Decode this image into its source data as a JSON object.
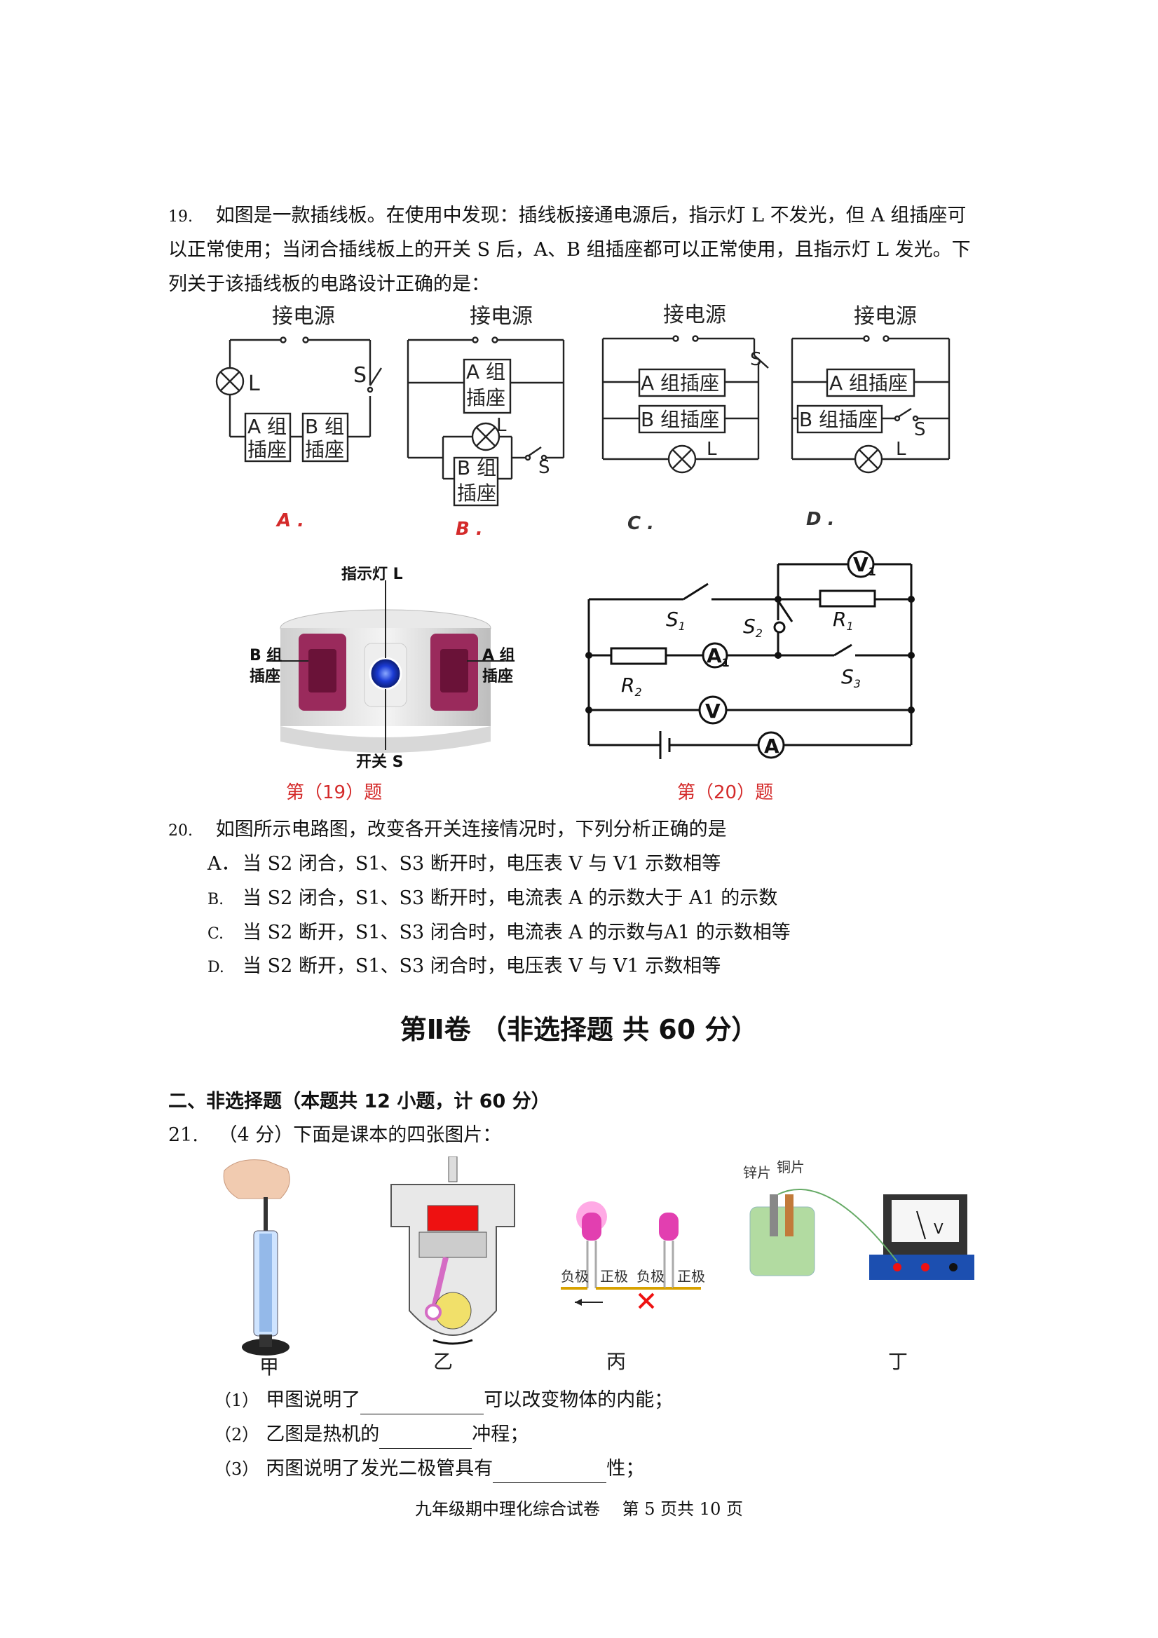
{
  "q19": {
    "number": "19.",
    "line1": "如图是一款插线板。在使用中发现：插线板接通电源后，指示灯 L 不发光，但 A 组插座可",
    "line2": "以正常使用；当闭合插线板上的开关 S 后，A、B 组插座都可以正常使用，且指示灯 L 发光。下",
    "line3": "列关于该插线板的电路设计正确的是：",
    "diagram_labels": {
      "power": "接电源",
      "lamp": "L",
      "switch": "S",
      "a_group": "A 组",
      "b_group": "B 组",
      "socket": "插座",
      "a_socket": "A 组插座",
      "b_socket": "B 组插座"
    },
    "options": [
      "A .",
      "B .",
      "C .",
      "D ."
    ],
    "photo_labels": {
      "lamp": "指示灯 L",
      "b_group": "B 组",
      "b_socket": "插座",
      "a_group": "A 组",
      "a_socket": "插座",
      "switch": "开关 S"
    },
    "caption": "第（19）题"
  },
  "q20": {
    "number": "20.",
    "stem": "如图所示电路图，改变各开关连接情况时，下列分析正确的是",
    "options": [
      {
        "label": "A．",
        "text": "当 S2 闭合，S1、S3 断开时，电压表 V 与 V1 示数相等"
      },
      {
        "label": "B.",
        "text": "当 S2 闭合，S1、S3 断开时，电流表 A 的示数大于 A1 的示数"
      },
      {
        "label": "C.",
        "text": "当 S2 断开，S1、S3 闭合时，电流表 A 的示数与A1 的示数相等"
      },
      {
        "label": "D.",
        "text": "当 S2 断开，S1、S3 闭合时，电压表 V 与 V1 示数相等"
      }
    ],
    "circuit_labels": {
      "v1": "V",
      "v1_sub": "1",
      "s1": "S",
      "s1_sub": "1",
      "s2": "S",
      "s2_sub": "2",
      "r1": "R",
      "r1_sub": "1",
      "a1": "A",
      "a1_sub": "1",
      "s3": "S",
      "s3_sub": "3",
      "r2": "R",
      "r2_sub": "2",
      "v": "V",
      "a": "A"
    },
    "caption": "第（20）题"
  },
  "part2": {
    "title": "第Ⅱ卷 （非选择题 共 60 分）",
    "section": "二、非选择题（本题共 12 小题，计 60 分）"
  },
  "q21": {
    "number": "21.",
    "stem": "（4 分）下面是课本的四张图片：",
    "figure_labels": [
      "甲",
      "乙",
      "丙",
      "丁"
    ],
    "diode_labels": {
      "neg1": "负极",
      "pos1": "正极",
      "neg2": "负极",
      "pos2": "正极"
    },
    "cell_labels": {
      "zinc": "锌片",
      "copper": "铜片",
      "meter": "V"
    },
    "subs": [
      {
        "num": "（1）",
        "before": "甲图说明了",
        "after": "可以改变物体的内能；"
      },
      {
        "num": "（2）",
        "before": "乙图是热机的",
        "after": "冲程；"
      },
      {
        "num": "（3）",
        "before": "丙图说明了发光二极管具有",
        "after": "性；"
      }
    ]
  },
  "footer": "九年级期中理化综合试卷　 第 5 页共 10 页"
}
